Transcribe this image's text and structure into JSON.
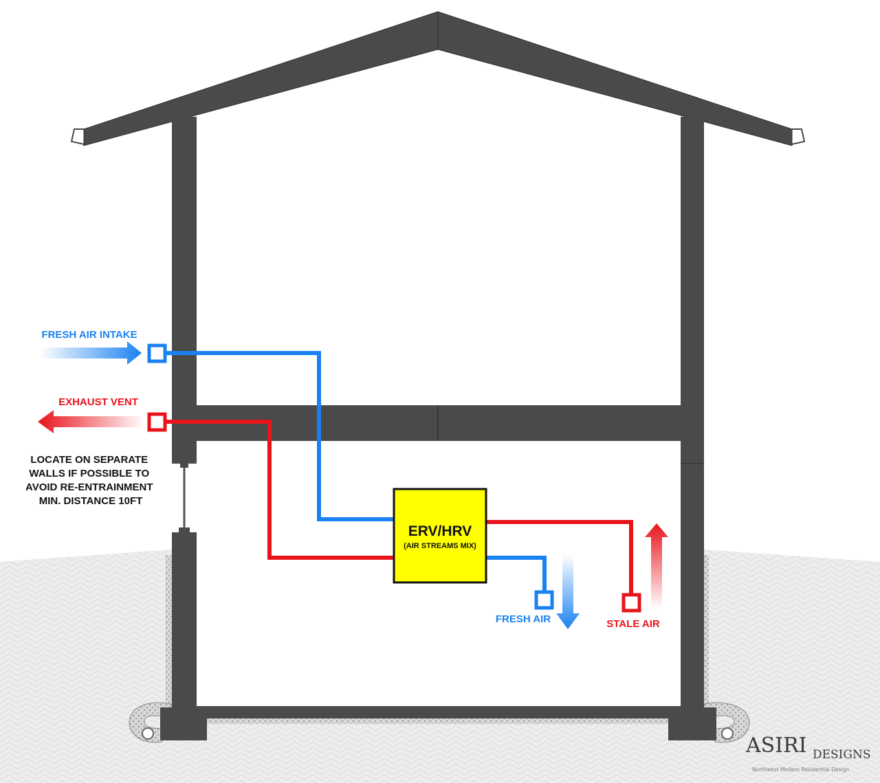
{
  "labels": {
    "fresh_air_intake": "FRESH AIR INTAKE",
    "exhaust_vent": "EXHAUST VENT",
    "note_lines": [
      "LOCATE ON SEPARATE",
      "WALLS IF POSSIBLE  TO",
      "AVOID RE-ENTRAINMENT",
      "MIN. DISTANCE 10FT"
    ],
    "unit_title": "ERV/HRV",
    "unit_subtitle": "(AIR STREAMS MIX)",
    "fresh_air": "FRESH AIR",
    "stale_air": "STALE AIR"
  },
  "logo": {
    "word1": "ASIRI",
    "word2": "DESIGNS",
    "tagline": "Northwest  Modern  Residential  Design"
  },
  "colors": {
    "fresh": "#1a82f0",
    "exhaust": "#e8141c",
    "unit_fill": "#ffff00",
    "structure": "#4a4a4a",
    "ground": "#ececec"
  }
}
